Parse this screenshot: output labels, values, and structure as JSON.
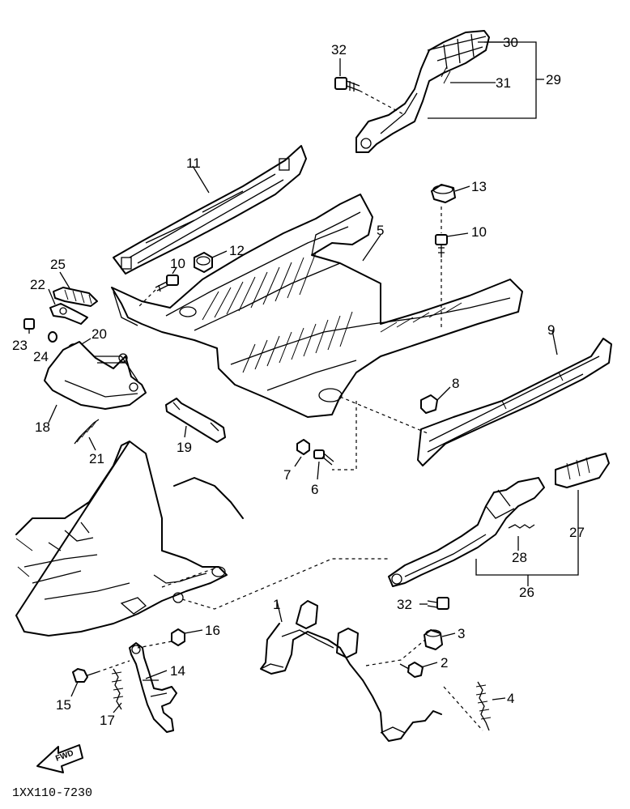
{
  "part_labels": {
    "p1": "1",
    "p2": "2",
    "p3": "3",
    "p4": "4",
    "p5": "5",
    "p6": "6",
    "p7": "7",
    "p8": "8",
    "p9": "9",
    "p10a": "10",
    "p10b": "10",
    "p11": "11",
    "p12": "12",
    "p13": "13",
    "p14": "14",
    "p15": "15",
    "p16": "16",
    "p17": "17",
    "p18": "18",
    "p19": "19",
    "p20": "20",
    "p21": "21",
    "p22": "22",
    "p23": "23",
    "p24": "24",
    "p25": "25",
    "p26": "26",
    "p27": "27",
    "p28": "28",
    "p29": "29",
    "p30": "30",
    "p31": "31",
    "p32a": "32",
    "p32b": "32"
  },
  "forward_arrow_text": "FWD",
  "diagram_code": "1XX110-7230"
}
